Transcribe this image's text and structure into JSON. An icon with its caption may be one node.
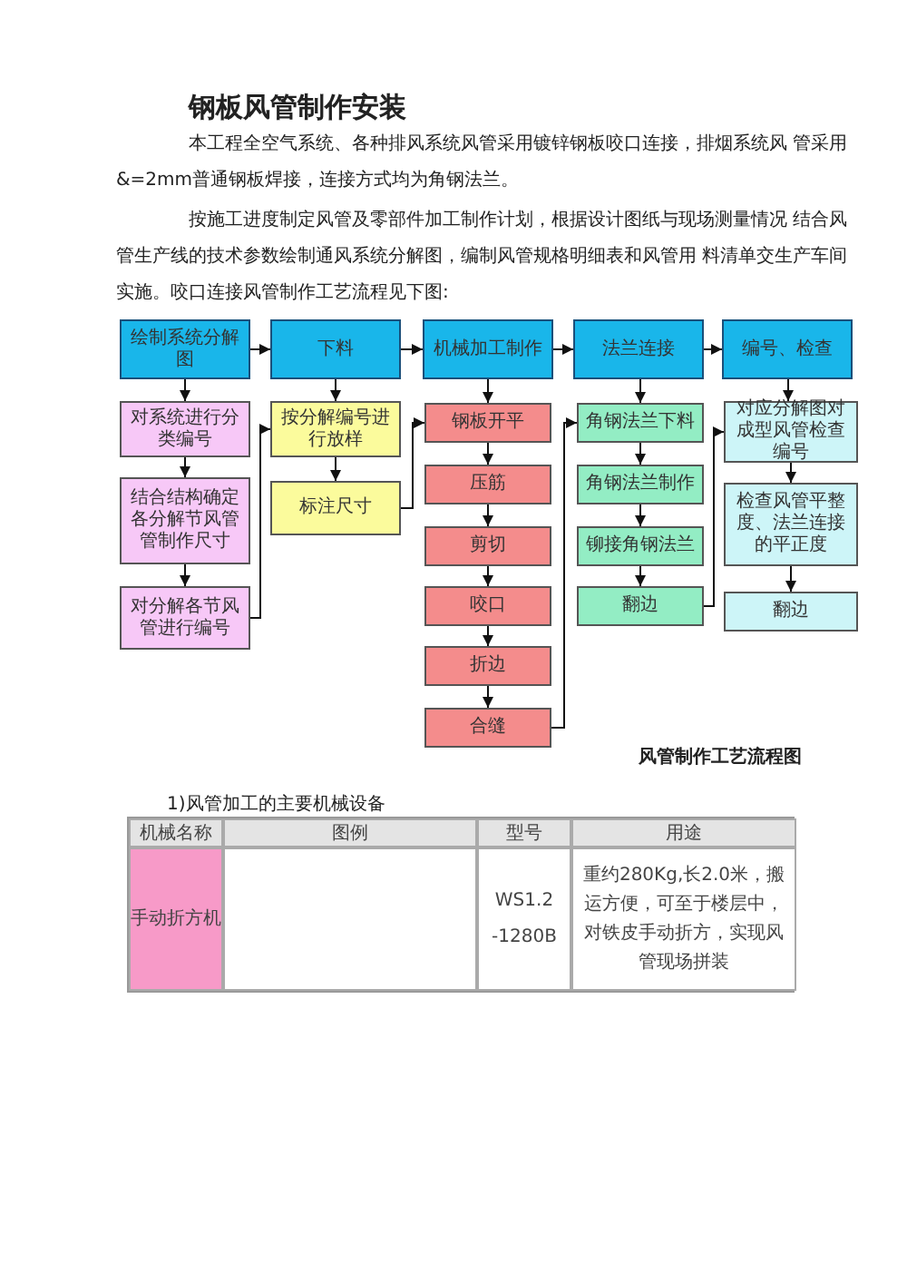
{
  "diagram": {
    "title": "钢板风管制作安装",
    "caption": "风管制作工艺流程图",
    "nodes": [
      {
        "text": [
          "绘制系统分解图"
        ]
      },
      {
        "text": [
          "下料"
        ]
      },
      {
        "text": [
          "机械加工制作"
        ]
      },
      {
        "text": [
          "法兰连接"
        ]
      },
      {
        "text": [
          "编号、检查"
        ]
      },
      {
        "text": [
          "对系统进行分类编号"
        ]
      },
      {
        "text": [
          "结合结构确定各分解节风管管制作尺寸"
        ]
      },
      {
        "text": [
          "对分解各节风管进行编号"
        ]
      },
      {
        "text": [
          "按分解编号进行放样"
        ]
      },
      {
        "text": [
          "标注尺寸"
        ]
      },
      {
        "text": [
          "钢板开平"
        ]
      },
      {
        "text": [
          "压筋"
        ]
      },
      {
        "text": [
          "剪切"
        ]
      },
      {
        "text": [
          "咬口"
        ]
      },
      {
        "text": [
          "折边"
        ]
      },
      {
        "text": [
          "合缝"
        ]
      },
      {
        "text": [
          "角钢法兰下料"
        ]
      },
      {
        "text": [
          "角钢法兰制作"
        ]
      },
      {
        "text": [
          "铆接角钢法兰"
        ]
      },
      {
        "text": [
          "翻边"
        ]
      },
      {
        "text": [
          "对应分解图对成型风管检查编号"
        ]
      },
      {
        "text": [
          "检查风管平整度、法兰连接的平正度"
        ]
      },
      {
        "text": [
          "翻边"
        ]
      }
    ],
    "edges": [
      {
        "from": 0,
        "to": 1,
        "arrow": "to"
      },
      {
        "from": 1,
        "to": 2,
        "arrow": "to"
      },
      {
        "from": 2,
        "to": 3,
        "arrow": "to"
      },
      {
        "from": 3,
        "to": 4,
        "arrow": "to"
      },
      {
        "from": 0,
        "to": 5,
        "arrow": "to"
      },
      {
        "from": 5,
        "to": 6,
        "arrow": "to"
      },
      {
        "from": 6,
        "to": 7,
        "arrow": "to"
      },
      {
        "from": 7,
        "to": 8,
        "arrow": "to"
      },
      {
        "from": 1,
        "to": 8,
        "arrow": "to"
      },
      {
        "from": 8,
        "to": 9,
        "arrow": "to"
      },
      {
        "from": 9,
        "to": 10,
        "arrow": "to"
      },
      {
        "from": 2,
        "to": 10,
        "arrow": "to"
      },
      {
        "from": 10,
        "to": 11,
        "arrow": "to"
      },
      {
        "from": 11,
        "to": 12,
        "arrow": "to"
      },
      {
        "from": 12,
        "to": 13,
        "arrow": "to"
      },
      {
        "from": 13,
        "to": 14,
        "arrow": "to"
      },
      {
        "from": 14,
        "to": 15,
        "arrow": "to"
      },
      {
        "from": 15,
        "to": 16,
        "arrow": "to"
      },
      {
        "from": 3,
        "to": 16,
        "arrow": "to"
      },
      {
        "from": 16,
        "to": 17,
        "arrow": "to"
      },
      {
        "from": 17,
        "to": 18,
        "arrow": "to"
      },
      {
        "from": 18,
        "to": 19,
        "arrow": "to"
      },
      {
        "from": 19,
        "to": 20,
        "arrow": "to"
      },
      {
        "from": 4,
        "to": 20,
        "arrow": "to"
      },
      {
        "from": 20,
        "to": 21,
        "arrow": "to"
      },
      {
        "from": 21,
        "to": 22,
        "arrow": "to"
      }
    ],
    "labels": [
      "本工程全空气系统、各种排风系统风管采用镀锌钢板咬口连接，排烟系统风 管采用&=2mm普通钢板焊接，连接方式均为角钢法兰。",
      "按施工进度制定风管及零部件加工制作计划，根据设计图纸与现场测量情况 结合风管生产线的技术参数绘制通风系统分解图，编制风管规格明细表和风管用 料清单交生产车间实施。咬口连接风管制作工艺流程见下图:",
      "1)风管加工的主要机械设备",
      "机械名称",
      "图例",
      "型号",
      "用途",
      "手动折方机",
      "WS1.2 -1280B",
      "重约280Kg,长2.0米，搬运方便，可至于楼层中，对铁皮手动折方，实现风管现场拼装"
    ]
  }
}
